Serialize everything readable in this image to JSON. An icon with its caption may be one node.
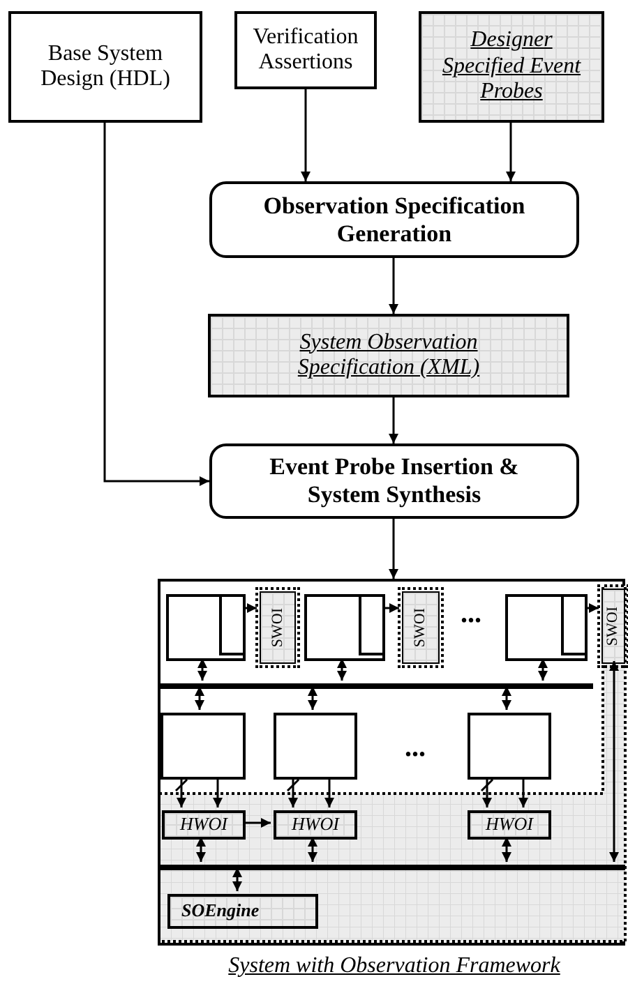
{
  "diagram": {
    "nodes": [
      {
        "text": [
          "Base System Design (HDL)"
        ]
      },
      {
        "text": [
          "Verification Assertions"
        ]
      },
      {
        "text": [
          "Designer Specified Event Probes"
        ]
      },
      {
        "text": [
          "Observation Specification Generation"
        ]
      },
      {
        "text": [
          "System Observation Specification (XML)"
        ]
      },
      {
        "text": [
          "Event Probe Insertion & System Synthesis"
        ]
      },
      {
        "text": [
          "System with Observation Framework"
        ]
      },
      {
        "text": [],
        "shape": "box",
        "in": 6
      },
      {
        "text": [
          "SWOI"
        ],
        "in": 6
      },
      {
        "text": [],
        "shape": "box",
        "in": 6
      },
      {
        "text": [
          "SWOI"
        ],
        "in": 6
      },
      {
        "text": [],
        "shape": "box",
        "in": 6
      },
      {
        "text": [
          "SWOI"
        ],
        "in": 6
      },
      {
        "text": [],
        "shape": "bar",
        "in": 6
      },
      {
        "text": [],
        "shape": "box",
        "in": 6
      },
      {
        "text": [],
        "shape": "box",
        "in": 6
      },
      {
        "text": [],
        "shape": "box",
        "in": 6
      },
      {
        "text": [
          "HWOI"
        ],
        "in": 6
      },
      {
        "text": [
          "HWOI"
        ],
        "in": 6
      },
      {
        "text": [
          "HWOI"
        ],
        "in": 6
      },
      {
        "text": [],
        "shape": "bar",
        "in": 6
      },
      {
        "text": [
          "SOEngine"
        ],
        "in": 6
      }
    ],
    "edges": [
      {
        "from": 0,
        "to": 5,
        "arrow": "to"
      },
      {
        "from": 1,
        "to": 3,
        "arrow": "to"
      },
      {
        "from": 2,
        "to": 3,
        "arrow": "to"
      },
      {
        "from": 3,
        "to": 4,
        "arrow": "to"
      },
      {
        "from": 4,
        "to": 5,
        "arrow": "to"
      },
      {
        "from": 5,
        "to": 6,
        "arrow": "to"
      },
      {
        "from": 7,
        "to": 8,
        "arrow": "to"
      },
      {
        "from": 9,
        "to": 10,
        "arrow": "to"
      },
      {
        "from": 11,
        "to": 12,
        "arrow": "to"
      },
      {
        "from": 7,
        "to": 13,
        "arrow": "both"
      },
      {
        "from": 9,
        "to": 13,
        "arrow": "both"
      },
      {
        "from": 11,
        "to": 13,
        "arrow": "both"
      },
      {
        "from": 13,
        "to": 14,
        "arrow": "both"
      },
      {
        "from": 13,
        "to": 15,
        "arrow": "both"
      },
      {
        "from": 13,
        "to": 16,
        "arrow": "both"
      },
      {
        "from": 14,
        "to": 17,
        "arrow": "to"
      },
      {
        "from": 14,
        "to": 17,
        "arrow": "to"
      },
      {
        "from": 15,
        "to": 18,
        "arrow": "to"
      },
      {
        "from": 15,
        "to": 18,
        "arrow": "to"
      },
      {
        "from": 16,
        "to": 19,
        "arrow": "to"
      },
      {
        "from": 16,
        "to": 19,
        "arrow": "to"
      },
      {
        "from": 17,
        "to": 18,
        "arrow": "to"
      },
      {
        "from": 17,
        "to": 20,
        "arrow": "both"
      },
      {
        "from": 18,
        "to": 20,
        "arrow": "both"
      },
      {
        "from": 19,
        "to": 20,
        "arrow": "both"
      },
      {
        "from": 12,
        "to": 20,
        "arrow": "both"
      },
      {
        "from": 20,
        "to": 21,
        "arrow": "both"
      }
    ],
    "labels": [
      "...",
      "..."
    ]
  }
}
